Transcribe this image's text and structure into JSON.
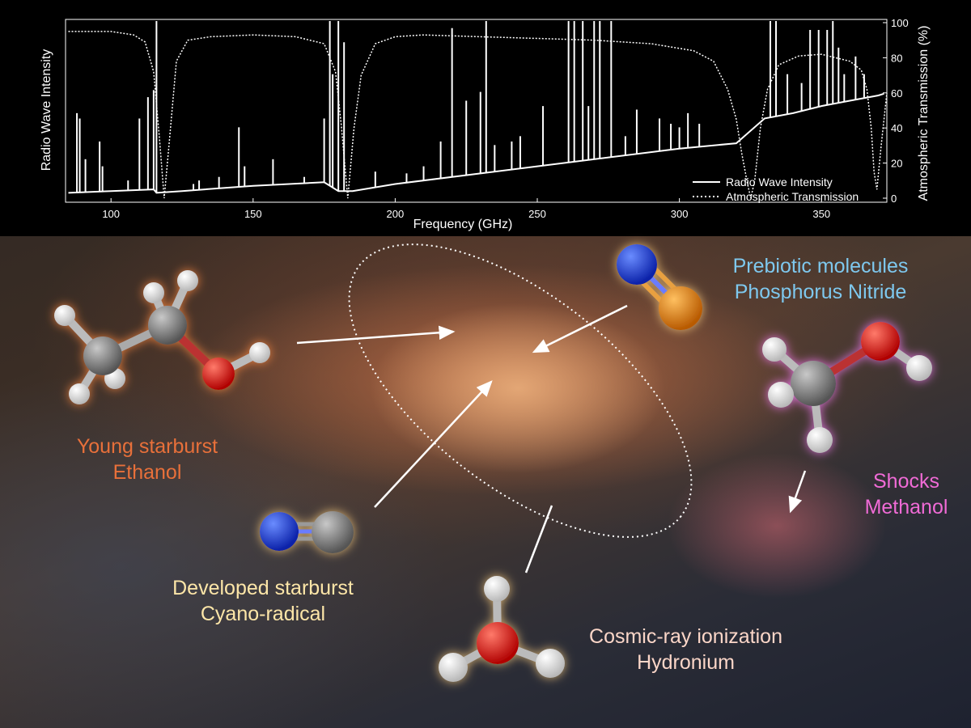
{
  "chart_data": {
    "type": "line",
    "xlabel": "Frequency (GHz)",
    "ylabel_left": "Radio Wave Intensity",
    "ylabel_right": "Atmospheric Transmission (%)",
    "xlim": [
      84,
      373
    ],
    "x_ticks": [
      100,
      150,
      200,
      250,
      300,
      350
    ],
    "y_right_ticks": [
      0,
      20,
      40,
      60,
      80,
      100
    ],
    "y_right_lim": [
      0,
      100
    ],
    "legend": {
      "placement": "bottom-right",
      "entries": [
        "Radio Wave Intensity",
        "Atmospheric Transmission"
      ]
    },
    "series": [
      {
        "name": "Radio Wave Intensity",
        "style": "solid",
        "axis": "left",
        "x": [
          85,
          100,
          115,
          116,
          125,
          150,
          175,
          180,
          185,
          200,
          250,
          300,
          320,
          330,
          340,
          350,
          360,
          370,
          372
        ],
        "y": [
          3,
          4,
          5,
          3,
          4,
          7,
          9,
          4,
          4,
          8,
          18,
          28,
          31,
          45,
          48,
          52,
          55,
          58,
          59
        ],
        "lines": [
          {
            "x": 88,
            "h": 48
          },
          {
            "x": 89,
            "h": 45
          },
          {
            "x": 91,
            "h": 22
          },
          {
            "x": 96,
            "h": 32
          },
          {
            "x": 97,
            "h": 18
          },
          {
            "x": 106,
            "h": 10
          },
          {
            "x": 110,
            "h": 45
          },
          {
            "x": 113,
            "h": 57
          },
          {
            "x": 115,
            "h": 61
          },
          {
            "x": 116,
            "h": 100
          },
          {
            "x": 129,
            "h": 8
          },
          {
            "x": 131,
            "h": 10
          },
          {
            "x": 138,
            "h": 12
          },
          {
            "x": 145,
            "h": 40
          },
          {
            "x": 147,
            "h": 18
          },
          {
            "x": 157,
            "h": 22
          },
          {
            "x": 168,
            "h": 12
          },
          {
            "x": 175,
            "h": 45
          },
          {
            "x": 177,
            "h": 100
          },
          {
            "x": 178,
            "h": 70
          },
          {
            "x": 180,
            "h": 100
          },
          {
            "x": 182,
            "h": 88
          },
          {
            "x": 193,
            "h": 15
          },
          {
            "x": 204,
            "h": 14
          },
          {
            "x": 210,
            "h": 18
          },
          {
            "x": 216,
            "h": 32
          },
          {
            "x": 220,
            "h": 96
          },
          {
            "x": 225,
            "h": 55
          },
          {
            "x": 230,
            "h": 60
          },
          {
            "x": 232,
            "h": 100
          },
          {
            "x": 235,
            "h": 30
          },
          {
            "x": 241,
            "h": 32
          },
          {
            "x": 244,
            "h": 35
          },
          {
            "x": 252,
            "h": 52
          },
          {
            "x": 261,
            "h": 100
          },
          {
            "x": 263,
            "h": 100
          },
          {
            "x": 266,
            "h": 100
          },
          {
            "x": 268,
            "h": 52
          },
          {
            "x": 270,
            "h": 100
          },
          {
            "x": 272,
            "h": 100
          },
          {
            "x": 276,
            "h": 100
          },
          {
            "x": 281,
            "h": 35
          },
          {
            "x": 285,
            "h": 50
          },
          {
            "x": 293,
            "h": 45
          },
          {
            "x": 297,
            "h": 42
          },
          {
            "x": 300,
            "h": 40
          },
          {
            "x": 303,
            "h": 48
          },
          {
            "x": 307,
            "h": 42
          },
          {
            "x": 332,
            "h": 100
          },
          {
            "x": 334,
            "h": 100
          },
          {
            "x": 338,
            "h": 70
          },
          {
            "x": 343,
            "h": 65
          },
          {
            "x": 346,
            "h": 95
          },
          {
            "x": 349,
            "h": 95
          },
          {
            "x": 352,
            "h": 95
          },
          {
            "x": 354,
            "h": 100
          },
          {
            "x": 356,
            "h": 85
          },
          {
            "x": 358,
            "h": 70
          },
          {
            "x": 362,
            "h": 80
          },
          {
            "x": 365,
            "h": 70
          }
        ]
      },
      {
        "name": "Atmospheric Transmission",
        "style": "dotted",
        "axis": "right",
        "x": [
          85,
          100,
          108,
          112,
          115,
          117,
          118.7,
          120.5,
          123,
          127,
          135,
          150,
          165,
          175,
          179,
          181,
          183.3,
          185.5,
          188,
          193,
          200,
          210,
          230,
          250,
          270,
          290,
          305,
          312,
          317,
          320,
          322,
          324,
          325.1,
          326.5,
          328.5,
          331,
          335,
          342,
          350,
          355,
          360,
          364,
          366,
          367.5,
          368.5,
          369.5,
          371,
          373
        ],
        "y": [
          95,
          95,
          93,
          89,
          72,
          35,
          0,
          32,
          78,
          90,
          92,
          93,
          92,
          88,
          72,
          42,
          0,
          40,
          70,
          88,
          92,
          93,
          92,
          91,
          90,
          88,
          84,
          78,
          62,
          45,
          25,
          8,
          0,
          10,
          40,
          62,
          76,
          81,
          82,
          80,
          78,
          73,
          62,
          40,
          15,
          5,
          30,
          60
        ]
      }
    ]
  },
  "labels": {
    "ethanol": {
      "line1": "Young starburst",
      "line2": "Ethanol",
      "color": "#e8703a"
    },
    "phosphorus": {
      "line1": "Prebiotic molecules",
      "line2": "Phosphorus Nitride",
      "color": "#7ec8ee"
    },
    "methanol": {
      "line1": "Shocks",
      "line2": "Methanol",
      "color": "#f06bd6"
    },
    "cyano": {
      "line1": "Developed starburst",
      "line2": "Cyano-radical",
      "color": "#fde6a8"
    },
    "hydronium": {
      "line1": "Cosmic-ray ionization",
      "line2": "Hydronium",
      "color": "#fbd6c8"
    }
  }
}
